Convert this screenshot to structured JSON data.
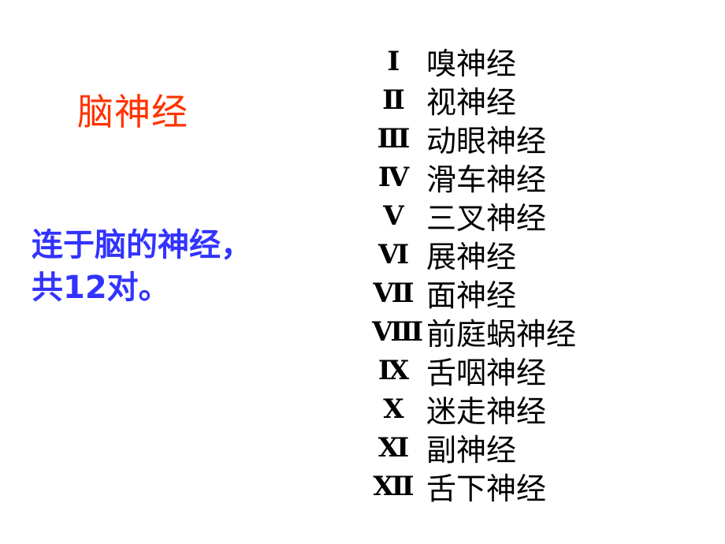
{
  "slide": {
    "title": "脑神经",
    "description": [
      "连于脑的神经，",
      "共12对。"
    ],
    "colors": {
      "title": "#ff3300",
      "description": "#3333ff",
      "list": "#000000"
    },
    "nerves": [
      {
        "numeral": "I",
        "name": "嗅神经"
      },
      {
        "numeral": "II",
        "name": "视神经"
      },
      {
        "numeral": "III",
        "name": "动眼神经"
      },
      {
        "numeral": "IV",
        "name": "滑车神经"
      },
      {
        "numeral": "V",
        "name": "三叉神经"
      },
      {
        "numeral": "VI",
        "name": "展神经"
      },
      {
        "numeral": "VII",
        "name": "面神经"
      },
      {
        "numeral": "VIII",
        "name": "前庭蜗神经"
      },
      {
        "numeral": "IX",
        "name": "舌咽神经"
      },
      {
        "numeral": "X",
        "name": "迷走神经"
      },
      {
        "numeral": "XI",
        "name": "副神经"
      },
      {
        "numeral": "XII",
        "name": "舌下神经"
      }
    ]
  }
}
